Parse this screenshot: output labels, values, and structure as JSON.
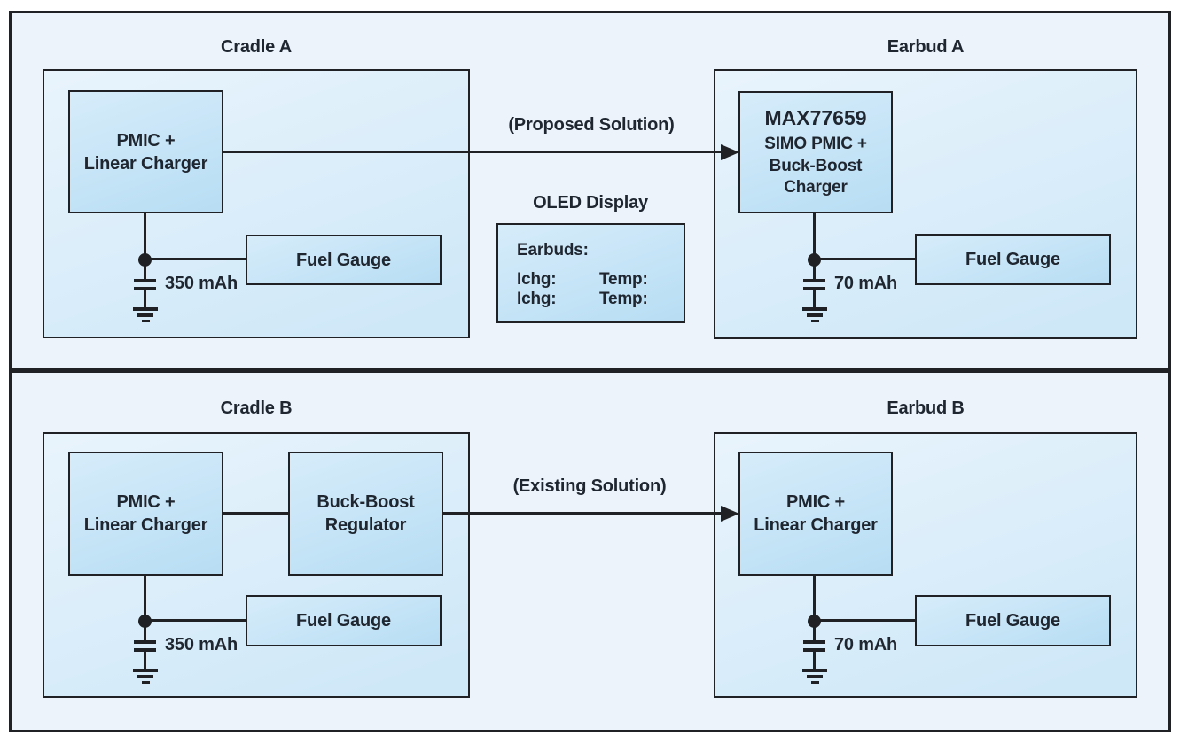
{
  "colors": {
    "section_fill": "#edf3fb",
    "container_fill": "#d9ecf9",
    "chip_fill": "#c5e4f6",
    "line": "#1f2124",
    "text": "#1f2630"
  },
  "top": {
    "cradle_title": "Cradle A",
    "cradle_chip": "PMIC +\nLinear Charger",
    "cradle_fuel": "Fuel Gauge",
    "cradle_battery": "350 mAh",
    "solution": "(Proposed Solution)",
    "oled_title": "OLED Display",
    "oled_heading": "Earbuds:",
    "oled_r1c1": "Ichg:",
    "oled_r1c2": "Temp:",
    "oled_r2c1": "Ichg:",
    "oled_r2c2": "Temp:",
    "earbud_title": "Earbud A",
    "earbud_chip_name": "MAX77659",
    "earbud_chip_sub": "SIMO PMIC +\nBuck-Boost\nCharger",
    "earbud_fuel": "Fuel Gauge",
    "earbud_battery": "70 mAh"
  },
  "bottom": {
    "cradle_title": "Cradle B",
    "cradle_chip": "PMIC +\nLinear Charger",
    "regulator": "Buck-Boost\nRegulator",
    "cradle_fuel": "Fuel Gauge",
    "cradle_battery": "350 mAh",
    "solution": "(Existing Solution)",
    "earbud_title": "Earbud B",
    "earbud_chip": "PMIC +\nLinear Charger",
    "earbud_fuel": "Fuel Gauge",
    "earbud_battery": "70 mAh"
  }
}
